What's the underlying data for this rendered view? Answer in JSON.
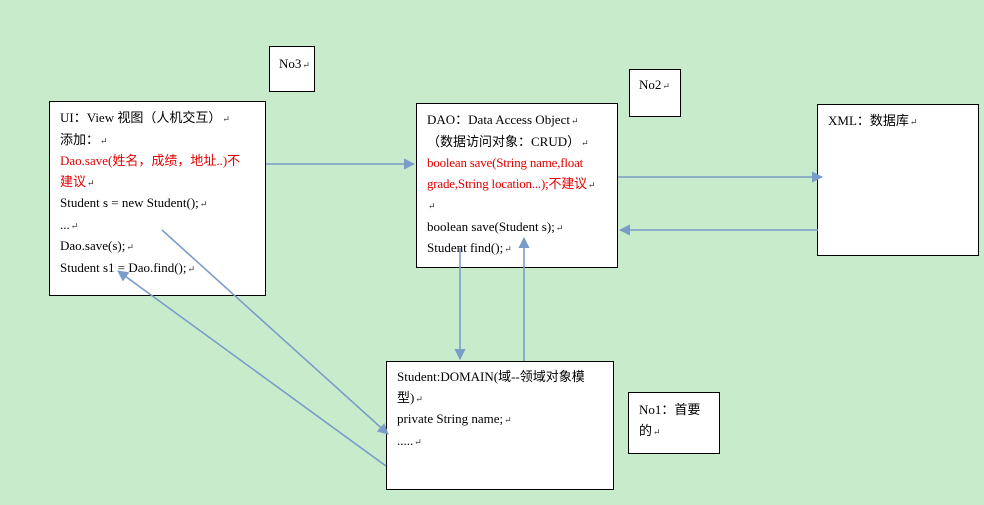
{
  "boxes": {
    "ui": {
      "lines": [
        {
          "text": "UI：View 视图（人机交互）",
          "color": "black"
        },
        {
          "text": "添加：",
          "color": "black"
        },
        {
          "text": "Dao.save(姓名，成绩，地址..)不",
          "color": "red"
        },
        {
          "text": "建议",
          "color": "red"
        },
        {
          "text": "Student s = new Student();",
          "color": "black"
        },
        {
          "text": "...",
          "color": "black"
        },
        {
          "text": "Dao.save(s);",
          "color": "black"
        },
        {
          "text": "Student s1 = Dao.find();",
          "color": "black"
        }
      ]
    },
    "dao": {
      "lines": [
        {
          "text": "DAO：Data Access Object",
          "color": "black"
        },
        {
          "text": "（数据访问对象：CRUD）",
          "color": "black"
        },
        {
          "text": "boolean  save(String  name,float",
          "color": "red"
        },
        {
          "text": "grade,String location...);不建议",
          "color": "red"
        },
        {
          "text": "",
          "color": "black"
        },
        {
          "text": "boolean save(Student s);",
          "color": "black"
        },
        {
          "text": "Student find();",
          "color": "black"
        }
      ]
    },
    "xml": {
      "lines": [
        {
          "text": "XML：数据库",
          "color": "black"
        }
      ]
    },
    "student": {
      "lines": [
        {
          "text": "Student:DOMAIN(域--领域对象模",
          "color": "black"
        },
        {
          "text": "型)",
          "color": "black"
        },
        {
          "text": "private String name;",
          "color": "black"
        },
        {
          "text": ".....",
          "color": "black"
        }
      ]
    }
  },
  "labels": {
    "no3": "No3",
    "no2": "No2",
    "no1_line1": "No1：首要",
    "no1_line2": "的"
  },
  "colors": {
    "background": "#c7ebcb",
    "arrow": "#7a9cc8",
    "emphasis": "#e00000"
  }
}
